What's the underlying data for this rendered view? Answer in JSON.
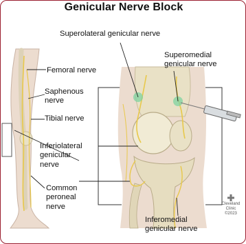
{
  "title": "Genicular Nerve Block",
  "labels": {
    "superolateral": "Superolateral genicular nerve",
    "superomedial": "Superomedial\ngenicular nerve",
    "femoral": "Femoral nerve",
    "saphenous": "Saphenous\nnerve",
    "tibial": "Tibial nerve",
    "inferiolateral": "Inferiolateral\ngenicular\nnerve",
    "common_peroneal": "Common\nperoneal\nnerve",
    "inferomedial": "Inferomedial\ngenicular nerve"
  },
  "credit": {
    "line1": "Cleveland",
    "line2": "Clinic",
    "line3": "©2023"
  },
  "colors": {
    "frame": "#9a1d2e",
    "nerve": "#e8c84a",
    "bone": "#e9e1c6",
    "skin": "#ecdccf",
    "injection_site": "#7fd3a0"
  }
}
